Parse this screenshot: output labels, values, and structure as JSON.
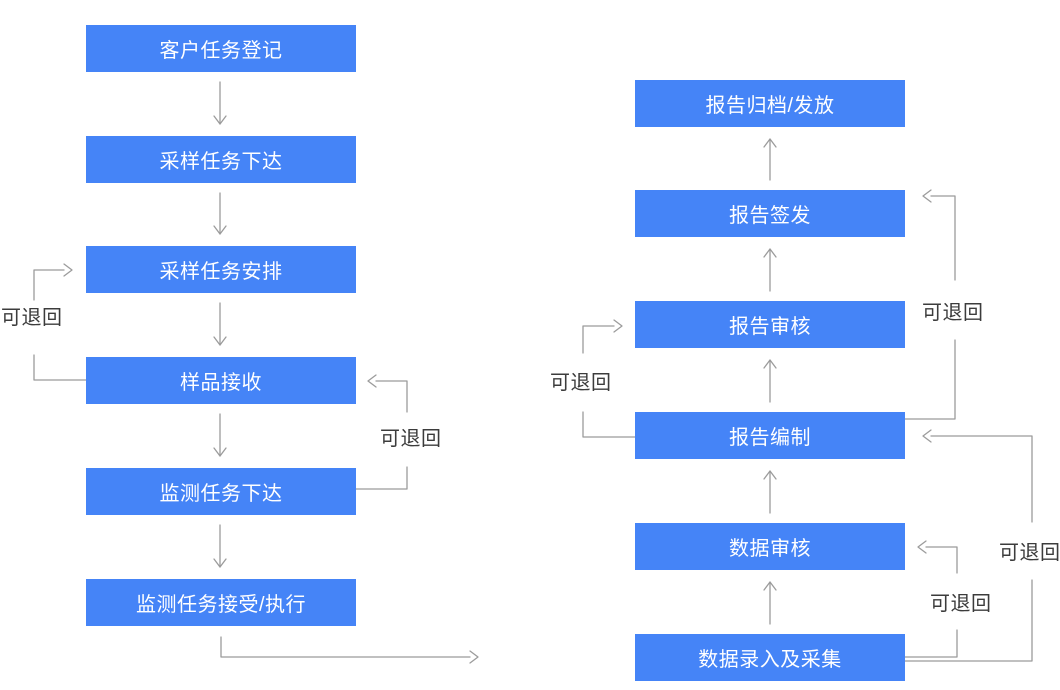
{
  "colors": {
    "node_blue": "#4584f7",
    "node_text": "#ffffff",
    "line_gray": "#9b9b9b",
    "label_text": "#3c3c3c",
    "background": "#ffffff"
  },
  "flow": {
    "left_column": [
      {
        "label": "客户任务登记"
      },
      {
        "label": "采样任务下达"
      },
      {
        "label": "采样任务安排"
      },
      {
        "label": "样品接收"
      },
      {
        "label": "监测任务下达"
      },
      {
        "label": "监测任务接受/执行"
      }
    ],
    "right_column": [
      {
        "label": "报告归档/发放"
      },
      {
        "label": "报告签发"
      },
      {
        "label": "报告审核"
      },
      {
        "label": "报告编制"
      },
      {
        "label": "数据审核"
      },
      {
        "label": "数据录入及采集"
      }
    ],
    "return_tags": [
      {
        "label": "可退回"
      },
      {
        "label": "可退回"
      },
      {
        "label": "可退回"
      },
      {
        "label": "可退回"
      },
      {
        "label": "可退回"
      },
      {
        "label": "可退回"
      }
    ]
  }
}
